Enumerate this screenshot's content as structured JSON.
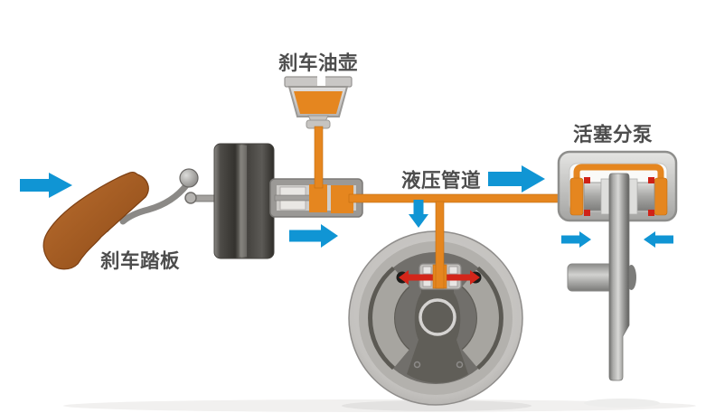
{
  "labels": {
    "reservoir": "刹车油壶",
    "pipeline": "液压管道",
    "caliper": "活塞分泵",
    "pedal": "刹车踏板"
  },
  "colors": {
    "hydraulic_fluid_orange": "#E5861F",
    "flow_arrow_blue": "#1095D4",
    "expansion_force_red": "#D3261A",
    "pedal_brown": "#A85A22",
    "label_text": "#4D4D4D"
  },
  "arrows": [
    {
      "name": "pedal-input-arrow",
      "direction": "right"
    },
    {
      "name": "master-cylinder-output-arrow",
      "direction": "right"
    },
    {
      "name": "pipeline-flow-arrow",
      "direction": "right"
    },
    {
      "name": "drum-branch-arrow",
      "direction": "down"
    },
    {
      "name": "caliper-clamp-left-arrow",
      "direction": "right"
    },
    {
      "name": "caliper-clamp-right-arrow",
      "direction": "left"
    },
    {
      "name": "drum-shoe-expansion-arrow",
      "direction": "outward-horizontal"
    }
  ]
}
